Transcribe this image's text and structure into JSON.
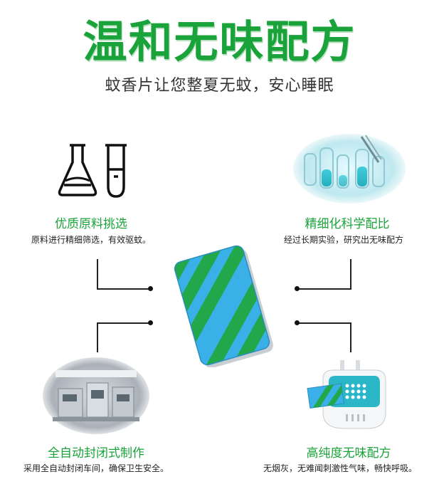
{
  "header": {
    "title": "温和无味配方",
    "subtitle": "蚊香片让您整夏无蚊，安心睡眠"
  },
  "features": {
    "top_left": {
      "title": "优质原料挑选",
      "desc": "原料进行精细筛选，有效驱蚊。"
    },
    "top_right": {
      "title": "精细化科学配比",
      "desc": "经过长期实验，研究出无味配方"
    },
    "bottom_left": {
      "title": "全自动封闭式制作",
      "desc": "采用全自动封闭车间，确保卫生安全。"
    },
    "bottom_right": {
      "title": "高纯度无味配方",
      "desc": "无烟灰，无难闻刺激性气味，畅快呼吸。"
    }
  },
  "colors": {
    "accent_green": "#1aa33a",
    "mat_blue": "#3ab0e8",
    "mat_green": "#22a84a"
  },
  "icons": [
    "flask-beaker-icon",
    "test-tube-icon"
  ]
}
